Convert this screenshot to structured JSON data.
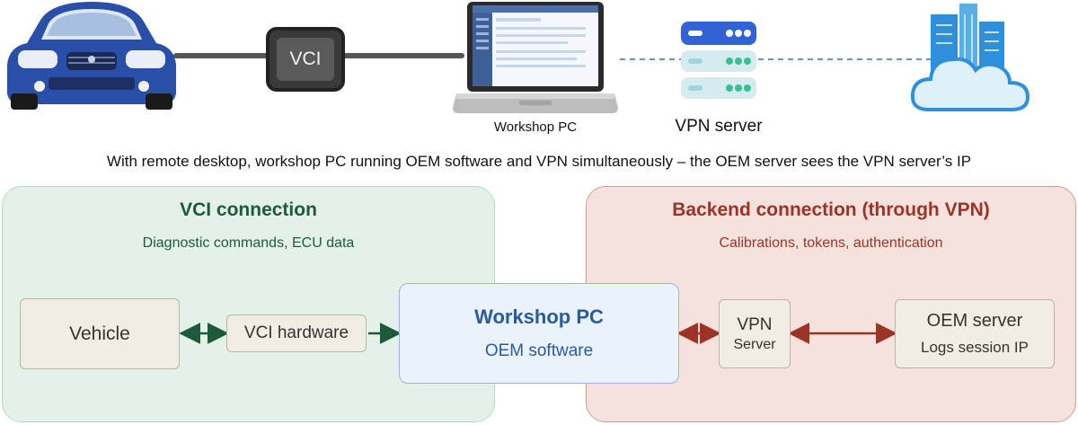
{
  "top": {
    "vci_device_label": "VCI",
    "workshop_pc_label": "Workshop PC",
    "vpn_server_label": "VPN server",
    "caption": "With remote desktop, workshop PC running OEM software and VPN simultaneously – the OEM server sees the VPN server’s IP"
  },
  "vci_panel": {
    "title": "VCI connection",
    "subtitle": "Diagnostic commands, ECU data",
    "vehicle": "Vehicle",
    "vci_hardware": "VCI hardware"
  },
  "workshop_pc": {
    "title": "Workshop PC",
    "subtitle": "OEM software"
  },
  "backend_panel": {
    "title": "Backend connection (through VPN)",
    "subtitle": "Calibrations, tokens, authentication",
    "vpn_line1": "VPN",
    "vpn_line2": "Server",
    "oem_title": "OEM server",
    "oem_subtitle": "Logs session IP"
  },
  "colors": {
    "vci_accent": "#1d5a3c",
    "backend_accent": "#9c3326",
    "pc_accent": "#2a5b9c",
    "car_blue": "#2a4fa8",
    "cloud_blue": "#2f8fd8"
  },
  "icons": {
    "car": "car-icon",
    "vci": "vci-device-icon",
    "laptop": "laptop-icon",
    "vpn": "server-rack-icon",
    "cloud": "cloud-server-icon"
  }
}
